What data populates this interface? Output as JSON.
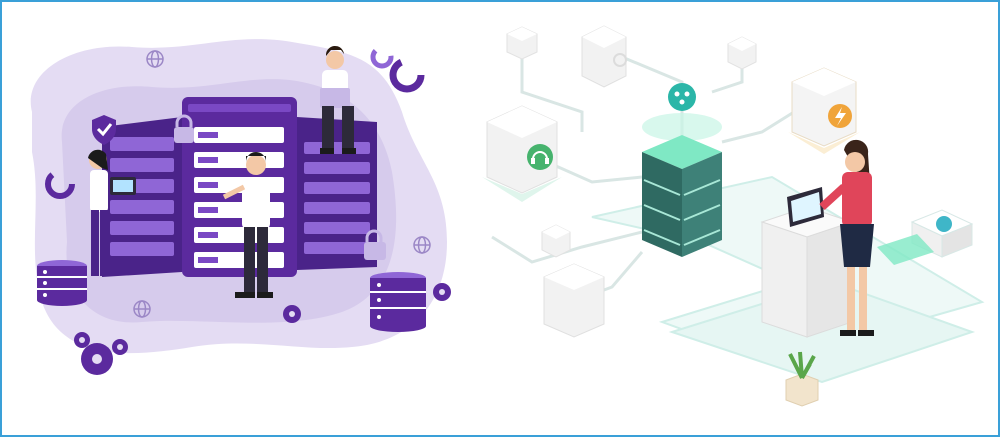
{
  "image": {
    "border_color": "#3aa0d8",
    "left_scene": {
      "blob_color": "#d9d0ec",
      "rack_color": "#5b2a9e",
      "rack_light_color": "#7a48c4",
      "accent_color": "#ffffff",
      "elements": [
        "server-rack",
        "padlock-icon",
        "shield-check-icon",
        "globe-icon",
        "gear-icon",
        "database-icon",
        "donut-chart-icon"
      ]
    },
    "right_scene": {
      "platform_color": "#e6f6f3",
      "server_color": "#2f6a62",
      "glow_color": "#7fe8c4",
      "cube_color": "#f0f0f0",
      "badge_colors": {
        "headset": "#46b36d",
        "lightning": "#f0a43a",
        "share": "#2bb6a8",
        "send": "#3fb6c8"
      },
      "elements": [
        "isometric-server",
        "cube-node",
        "headset-icon",
        "lightning-icon",
        "share-icon",
        "laptop",
        "plant-pot",
        "printer-device"
      ]
    }
  }
}
